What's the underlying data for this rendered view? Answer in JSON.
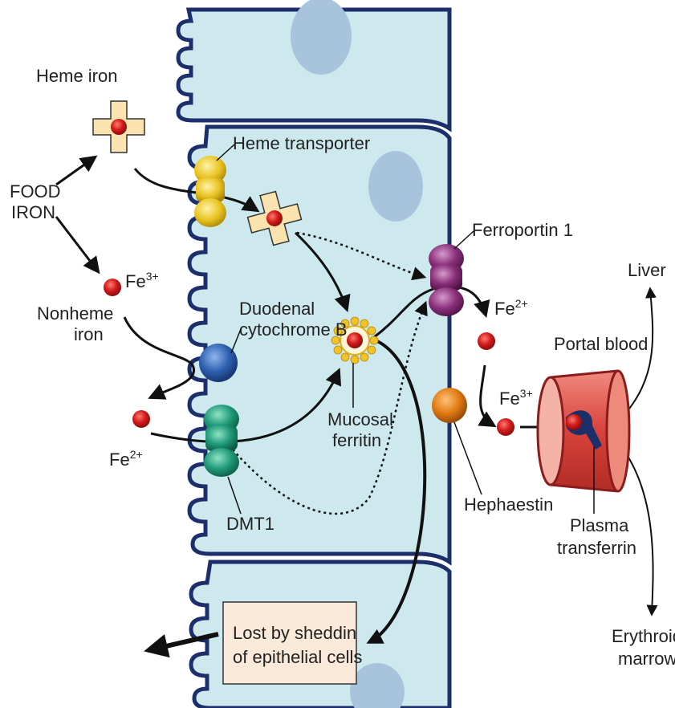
{
  "labels": {
    "heme_iron": "Heme iron",
    "food_iron_line1": "FOOD",
    "food_iron_line2": "IRON",
    "nonheme_line1": "Nonheme",
    "nonheme_line2": "iron",
    "heme_transporter": "Heme transporter",
    "duodenal_line1": "Duodenal",
    "duodenal_line2": "cytochrome B",
    "dmt1": "DMT1",
    "mucosal_line1": "Mucosal",
    "mucosal_line2": "ferritin",
    "ferroportin": "Ferroportin 1",
    "hephaestin": "Hephaestin",
    "portal_blood": "Portal blood",
    "plasma_line1": "Plasma",
    "plasma_line2": "transferrin",
    "liver": "Liver",
    "erythroid_line1": "Erythroid",
    "erythroid_line2": "marrow",
    "lost_line1": "Lost by sheddin",
    "lost_line2": "of epithelial cells"
  },
  "ions": {
    "fe": "Fe",
    "charge_3": "3+",
    "charge_2": "2+"
  },
  "colors": {
    "cell_fill": "#cde9ee",
    "cell_border": "#1d2f6b",
    "iron": "#d21a1a",
    "heme_transporter": "#e8c21f",
    "cytochrome_b": "#2d5fb0",
    "dmt1": "#1f9a78",
    "ferroportin": "#8a2f7a",
    "hephaestin": "#e07a12",
    "blood_vessel": "#d8423a",
    "transferrin": "#1d2f6b",
    "lost_box": "#fbe9d9"
  }
}
